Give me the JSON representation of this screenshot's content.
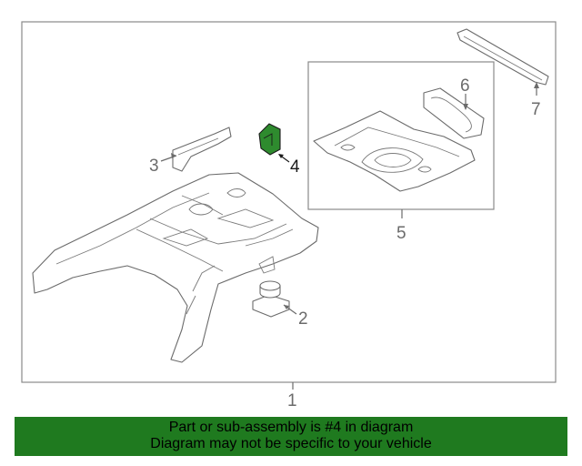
{
  "callouts": {
    "c1": "1",
    "c2": "2",
    "c3": "3",
    "c4": "4",
    "c5": "5",
    "c6": "6",
    "c7": "7"
  },
  "highlight": {
    "part_number": "4",
    "color": "#1f7a1f"
  },
  "banner": {
    "line1": "Part or sub-assembly is #4 in diagram",
    "line2": "Diagram may not be specific to your vehicle",
    "background": "#1f7a1f"
  }
}
